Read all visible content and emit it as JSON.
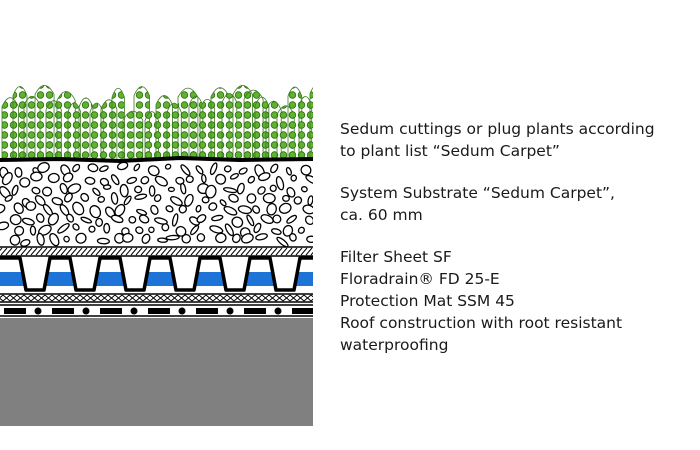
{
  "labels": {
    "plants": [
      "Sedum cuttings or plug plants according",
      "to plant list “Sedum Carpet”"
    ],
    "substrate": [
      "System Substrate “Sedum Carpet”,",
      "ca. 60 mm"
    ],
    "filter": "Filter Sheet SF",
    "drain": "Floradrain® FD 25-E",
    "mat": "Protection Mat SSM 45",
    "roof": [
      "Roof construction with root resistant",
      "waterproofing"
    ]
  },
  "colors": {
    "plant_green": "#5fb32e",
    "plant_dark": "#3a7d1d",
    "water_blue": "#1e73d6",
    "roof_gray": "#808080",
    "line": "#000000"
  }
}
